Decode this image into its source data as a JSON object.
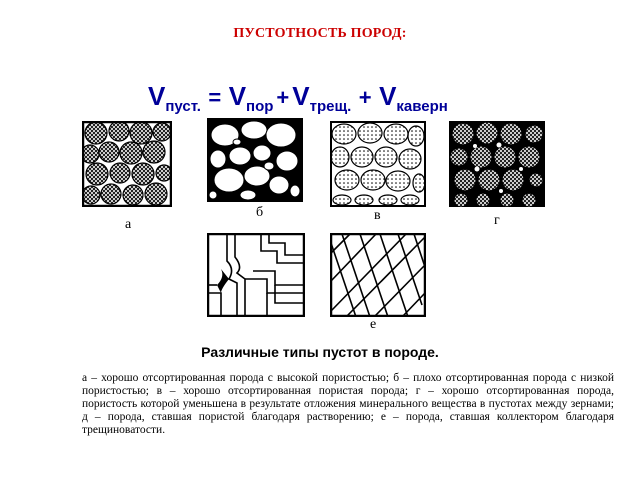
{
  "title": "ПУСТОТНОСТЬ ПОРОД:",
  "formula": {
    "v1": "V",
    "s1": "пуст.",
    "eq": "=",
    "v2": "V",
    "s2": "пор",
    "plus1": "+",
    "v3": "V",
    "s3": "трещ.",
    "plus2": "+",
    "v4": "V",
    "s4": "каверн"
  },
  "panels": {
    "a": "а",
    "b": "б",
    "v": "в",
    "g": "г",
    "e": "е"
  },
  "caption": {
    "title": "Различные типы пустот в породе.",
    "body": "а – хорошо отсортированная порода с высокой пористостью; б – плохо отсортированная порода с низкой пористостью; в – хорошо отсортированная пористая порода; г – хорошо отсортированная порода, пористость которой уменьшена в результате отложения минерального вещества в пустотах между зернами; д – порода, ставшая пористой благодаря растворению; е – порода, ставшая коллектором благодаря трещиноватости."
  },
  "colors": {
    "title": "#cc0000",
    "formula": "#000099"
  }
}
